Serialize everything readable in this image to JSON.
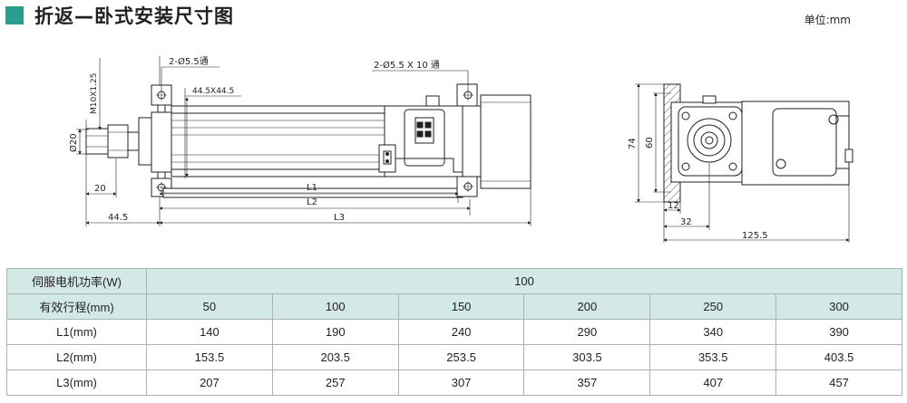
{
  "header": {
    "title": "折返—卧式安装尺寸图",
    "unit_note": "单位:mm"
  },
  "side_view": {
    "hole_note_top": "2-Ø5.5通",
    "hole_note_right": "2-Ø5.5 X 10 通",
    "square_note": "44.5X44.5",
    "thread_note": "M10X1.25",
    "rod_dia": "Ø20",
    "dim_20": "20",
    "dim_44_5": "44.5",
    "dim_L1": "L1",
    "dim_L2": "L2",
    "dim_L3": "L3"
  },
  "end_view": {
    "dim_74": "74",
    "dim_60": "60",
    "dim_12": "12",
    "dim_32": "32",
    "dim_125_5": "125.5"
  },
  "table": {
    "power_label": "伺服电机功率(W)",
    "power_value": "100",
    "stroke_label": "有效行程(mm)",
    "strokes": [
      "50",
      "100",
      "150",
      "200",
      "250",
      "300"
    ],
    "rows": [
      {
        "label": "L1(mm)",
        "values": [
          "140",
          "190",
          "240",
          "290",
          "340",
          "390"
        ]
      },
      {
        "label": "L2(mm)",
        "values": [
          "153.5",
          "203.5",
          "253.5",
          "303.5",
          "353.5",
          "403.5"
        ]
      },
      {
        "label": "L3(mm)",
        "values": [
          "207",
          "257",
          "307",
          "357",
          "407",
          "457"
        ]
      }
    ]
  }
}
